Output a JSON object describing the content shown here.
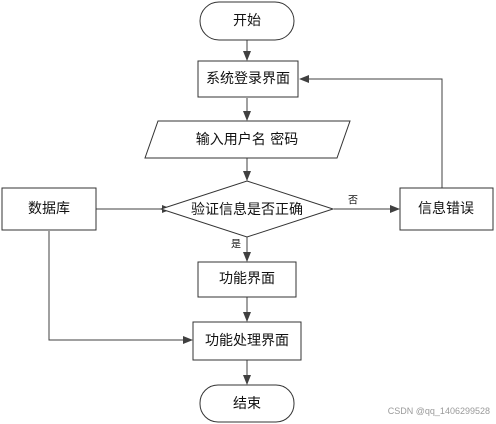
{
  "nodes": {
    "start": "开始",
    "login": "系统登录界面",
    "input": "输入用户名 密码",
    "decision": "验证信息是否正确",
    "database": "数据库",
    "error": "信息错误",
    "function": "功能界面",
    "processing": "功能处理界面",
    "end": "结束"
  },
  "edge_labels": {
    "no": "否",
    "yes": "是"
  },
  "watermark": "CSDN @qq_1406299528",
  "colors": {
    "stroke": "#333333",
    "arrow": "#404040",
    "text": "#111111",
    "watermark": "#9a9a9a"
  }
}
